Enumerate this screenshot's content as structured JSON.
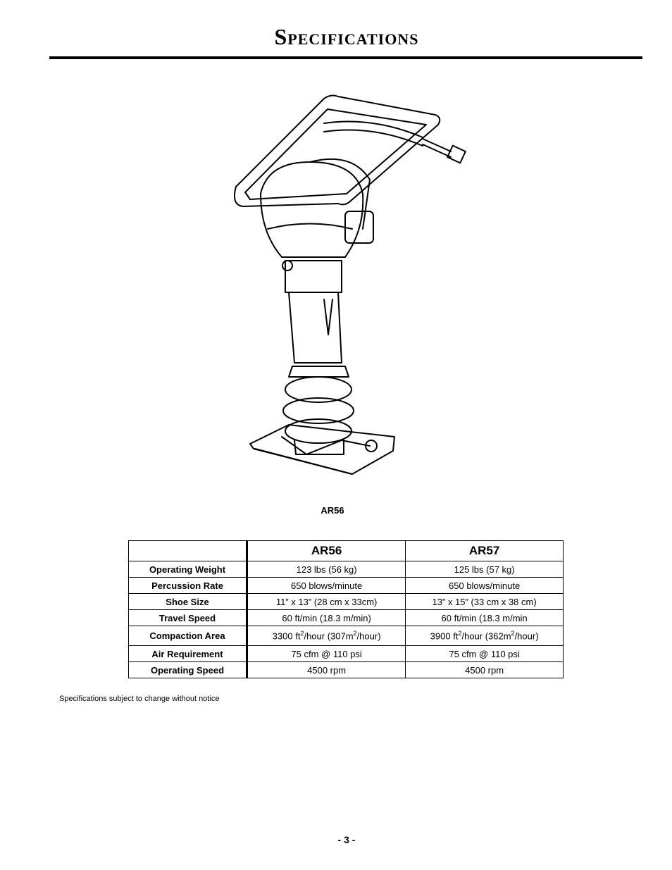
{
  "page": {
    "title": "Specifications",
    "page_number": "- 3 -"
  },
  "figure": {
    "caption": "AR56"
  },
  "table": {
    "header": {
      "blank": "",
      "col1": "AR56",
      "col2": "AR57"
    },
    "rows": [
      {
        "label": "Operating Weight",
        "ar56": "123 lbs (56 kg)",
        "ar57": "125 lbs (57 kg)"
      },
      {
        "label": "Percussion Rate",
        "ar56": "650 blows/minute",
        "ar57": "650 blows/minute"
      },
      {
        "label": "Shoe Size",
        "ar56": "11” x 13” (28 cm x 33cm)",
        "ar57": "13” x 15” (33 cm x 38 cm)"
      },
      {
        "label": "Travel Speed",
        "ar56": "60 ft/min (18.3 m/min)",
        "ar57": "60 ft/min (18.3 m/min"
      },
      {
        "label": "Compaction Area",
        "ar56": {
          "a": "3300 ft",
          "b": "2",
          "c": "/hour (307m",
          "d": "2",
          "e": "/hour)"
        },
        "ar57": {
          "a": "3900 ft",
          "b": "2",
          "c": "/hour (362m",
          "d": "2",
          "e": "/hour)"
        }
      },
      {
        "label": "Air Requirement",
        "ar56": "75 cfm @ 110 psi",
        "ar57": "75 cfm @ 110 psi"
      },
      {
        "label": "Operating Speed",
        "ar56": "4500 rpm",
        "ar57": "4500 rpm"
      }
    ]
  },
  "footnote": "Specifications subject to change without notice"
}
